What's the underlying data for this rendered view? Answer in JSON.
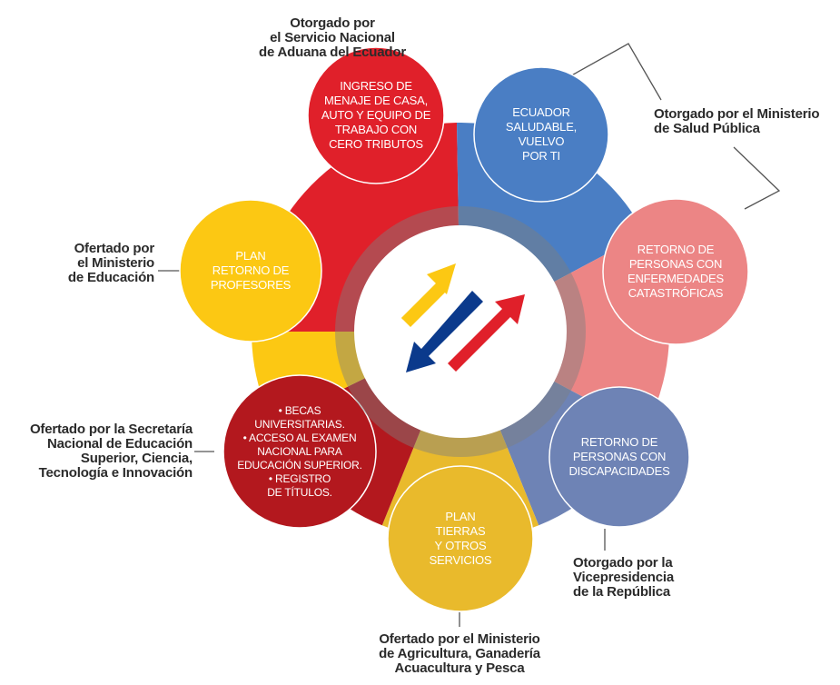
{
  "colors": {
    "red": "#e0202a",
    "blue": "#4a7ec4",
    "pink": "#ec8585",
    "slate": "#6e83b5",
    "gold": "#e9ba2c",
    "darkred": "#b3181e",
    "yellow": "#fcc813",
    "ring": "#8a8a8a"
  },
  "programs": [
    {
      "key": "menaje",
      "color": "#e0202a",
      "text": "INGRESO DE\nMENAJE DE CASA,\nAUTO Y EQUIPO DE\nTRABAJO CON\nCERO TRIBUTOS",
      "label": "Otorgado por\nel Servicio Nacional\nde Aduana del Ecuador"
    },
    {
      "key": "salud",
      "color": "#4a7ec4",
      "text": "ECUADOR\nSALUDABLE,\nVUELVO\nPOR TI",
      "label": "Otorgado por el Ministerio\nde Salud Pública"
    },
    {
      "key": "catastroficas",
      "color": "#ec8585",
      "text": "RETORNO DE\nPERSONAS CON\nENFERMEDADES\nCATASTRÓFICAS",
      "label": ""
    },
    {
      "key": "discapacidades",
      "color": "#6e83b5",
      "text": "RETORNO DE\nPERSONAS CON\nDISCAPACIDADES",
      "label": "Otorgado por la\nVicepresidencia\nde la República"
    },
    {
      "key": "tierras",
      "color": "#e9ba2c",
      "text": "PLAN\nTIERRAS\nY OTROS\nSERVICIOS",
      "label": "Ofertado por el Ministerio\nde Agricultura, Ganadería\nAcuacultura y Pesca"
    },
    {
      "key": "becas",
      "color": "#b3181e",
      "text": "• BECAS\nUNIVERSITARIAS.\n• ACCESO AL EXAMEN\nNACIONAL PARA\nEDUCACIÓN SUPERIOR.\n• REGISTRO\nDE TÍTULOS.",
      "label": "Ofertado por la Secretaría\nNacional de Educación\nSuperior, Ciencia,\nTecnología e Innovación"
    },
    {
      "key": "profesores",
      "color": "#fcc813",
      "text": "PLAN\nRETORNO DE\nPROFESORES",
      "label": "Ofertado por\nel Ministerio\nde Educación"
    }
  ]
}
